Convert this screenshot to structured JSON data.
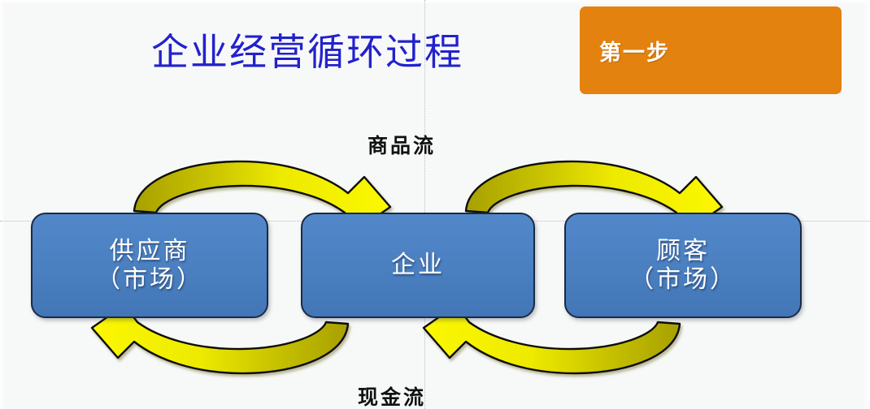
{
  "slide": {
    "title": "企业经营循环过程",
    "background_color": "#f7f8f8",
    "title_color": "#2222cc"
  },
  "step_badge": {
    "label": "第一步",
    "background_color": "#e3820e",
    "text_color": "#ffffff"
  },
  "flows": {
    "top_label": "商品流",
    "bottom_label": "现金流",
    "arrow_color": "#f2ef00",
    "arrow_shade_color": "#b5ad08",
    "arrow_outline_color": "#111111"
  },
  "entities": [
    {
      "name": "supplier",
      "line1": "供应商",
      "line2": "（市场）",
      "fill_color": "#4a81c4",
      "border_color": "#1b2a46",
      "text_color": "#ffffff"
    },
    {
      "name": "company",
      "line1": "企业",
      "line2": "",
      "fill_color": "#4a81c4",
      "border_color": "#1b2a46",
      "text_color": "#ffffff"
    },
    {
      "name": "customer",
      "line1": "顾客",
      "line2": "（市场）",
      "fill_color": "#4a81c4",
      "border_color": "#1b2a46",
      "text_color": "#ffffff"
    }
  ],
  "guides": {
    "horizontal_color": "#b9bcc2",
    "vertical_color": "#b9bcc2"
  }
}
